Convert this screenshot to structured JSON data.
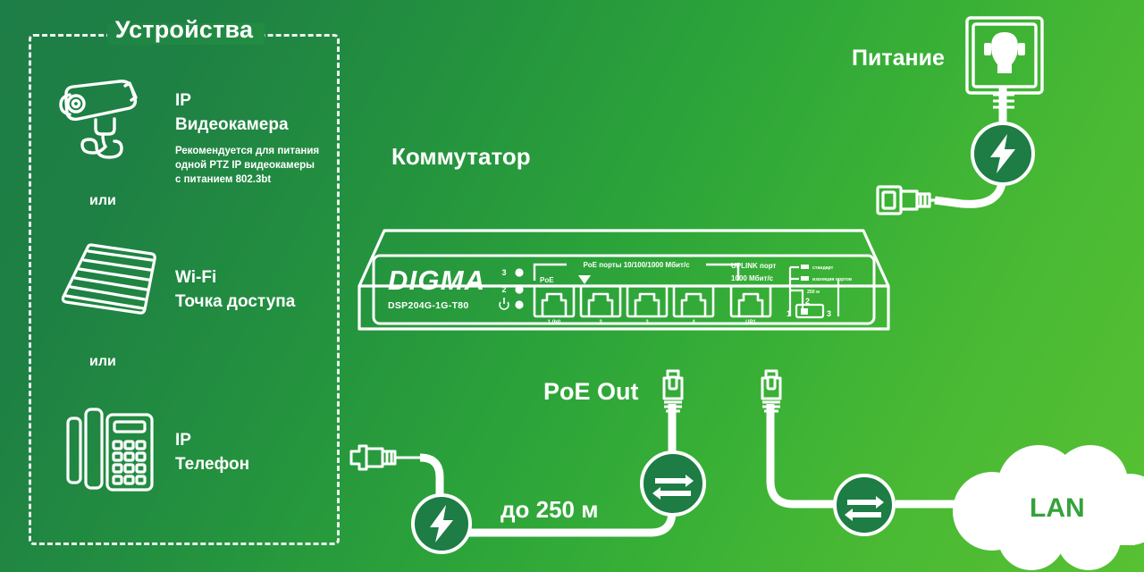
{
  "diagram": {
    "title_devices": "Устройства",
    "title_switch": "Коммутатор",
    "title_power": "Питание",
    "title_poe_out": "PoE Out",
    "distance": "до 250 м",
    "lan": "LAN",
    "or_1": "или",
    "or_2": "или"
  },
  "devices": [
    {
      "icon": "ip-camera-icon",
      "line1": "IP",
      "line2": "Видеокамера",
      "note_l1": "Рекомендуется для питания",
      "note_l2": "одной PTZ IP видеокамеры",
      "note_l3": "с питанием 802.3bt"
    },
    {
      "icon": "wifi-access-point-icon",
      "line1": "Wi-Fi",
      "line2": "Точка доступа",
      "note_l1": "",
      "note_l2": "",
      "note_l3": ""
    },
    {
      "icon": "ip-phone-icon",
      "line1": "IP",
      "line2": "Телефон",
      "note_l1": "",
      "note_l2": "",
      "note_l3": ""
    }
  ],
  "switch": {
    "brand": "DIGMA",
    "model": "DSP204G-1G-T80",
    "leds": [
      "3",
      "2",
      "⏻"
    ],
    "poe_badge": "PoE",
    "poe_group_label": "PoE порты 10/100/1000 Мбит/с",
    "uplink_label_l1": "UPLINK порт",
    "uplink_label_l2": "1000 Мбит/с",
    "dip_label_l1": "стандарт",
    "dip_label_l2": "изоляция портов",
    "dip_label_l3": "250 м",
    "dip_positions": [
      "1",
      "2",
      "3"
    ],
    "port_labels": [
      "1 (bt)",
      "2",
      "3",
      "4",
      "UP1"
    ]
  },
  "colors": {
    "bg_dark_green": "#1e7e47",
    "bg_light_green": "#57c132",
    "white": "#ffffff",
    "lan_text_green": "#35a23a",
    "badge_fill": "#1d7d44"
  }
}
